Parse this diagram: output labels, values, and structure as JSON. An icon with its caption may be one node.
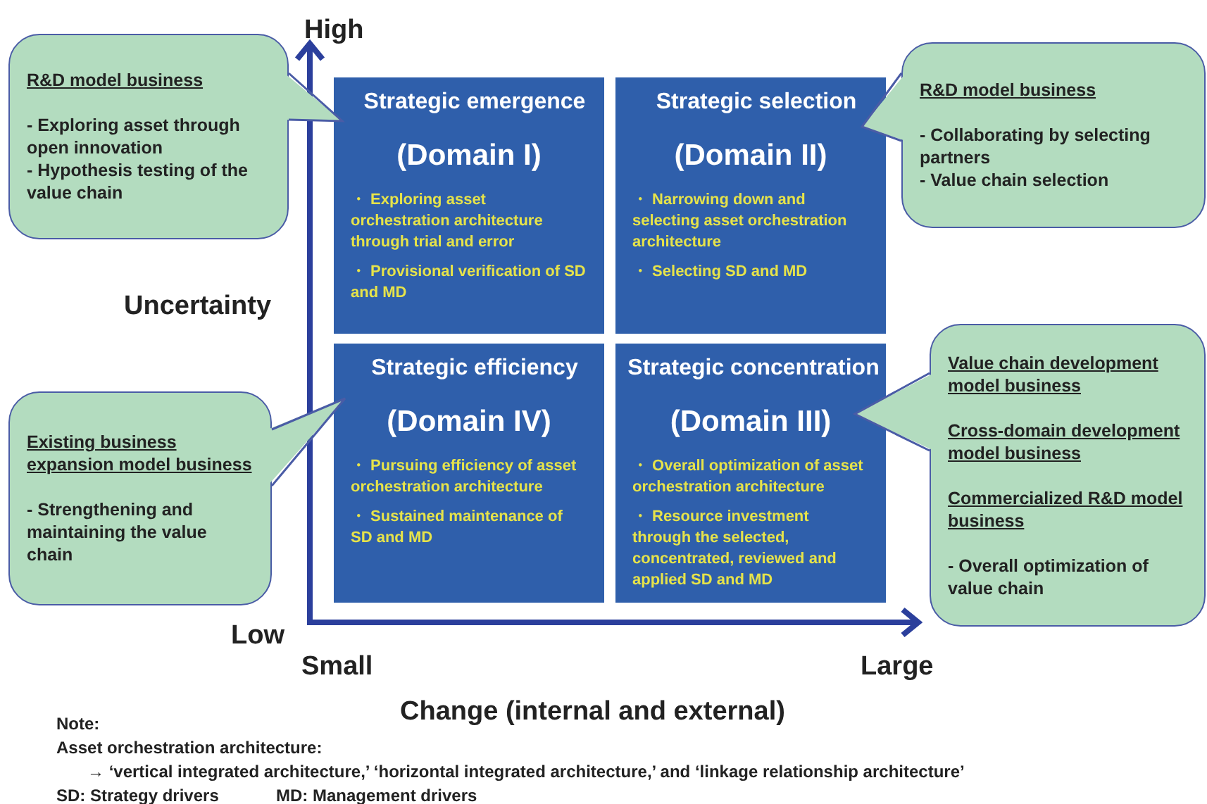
{
  "diagram": {
    "nodes": [
      {
        "text": [
          "Strategic emergence",
          "(Domain I)",
          "・ Exploring asset orchestration architecture through trial and error",
          "・ Provisional verification of SD and MD"
        ]
      },
      {
        "text": [
          "Strategic selection",
          "(Domain II)",
          "・ Narrowing down and selecting asset orchestration architecture",
          "・ Selecting SD and MD"
        ]
      },
      {
        "text": [
          "Strategic efficiency",
          "(Domain IV)",
          "・ Pursuing efficiency of asset orchestration architecture",
          "・ Sustained maintenance of SD and MD"
        ]
      },
      {
        "text": [
          "Strategic concentration",
          "(Domain III)",
          "・ Overall optimization of asset orchestration architecture",
          "・ Resource investment through the selected, concentrated, reviewed and applied SD and MD"
        ]
      },
      {
        "text": [
          "R&D model business",
          "- Exploring asset through open innovation",
          "- Hypothesis testing of the value chain"
        ]
      },
      {
        "text": [
          "R&D model business",
          "- Collaborating by selecting partners",
          "- Value chain selection"
        ]
      },
      {
        "text": [
          "Existing business expansion model business",
          "- Strengthening and maintaining the value chain"
        ]
      },
      {
        "text": [
          "Value chain development model business",
          "Cross-domain development model business",
          "Commercialized R&D model business",
          "- Overall optimization of value chain"
        ]
      }
    ],
    "labels": [
      "High",
      "Uncertainty",
      "Low",
      "Small",
      "Large",
      "Change (internal and external)",
      "Note:",
      "Asset orchestration architecture:",
      "→ ‘vertical integrated architecture,’ ‘horizontal integrated architecture,’ and ‘linkage relationship architecture’",
      "SD: Strategy drivers",
      "MD: Management drivers"
    ]
  }
}
